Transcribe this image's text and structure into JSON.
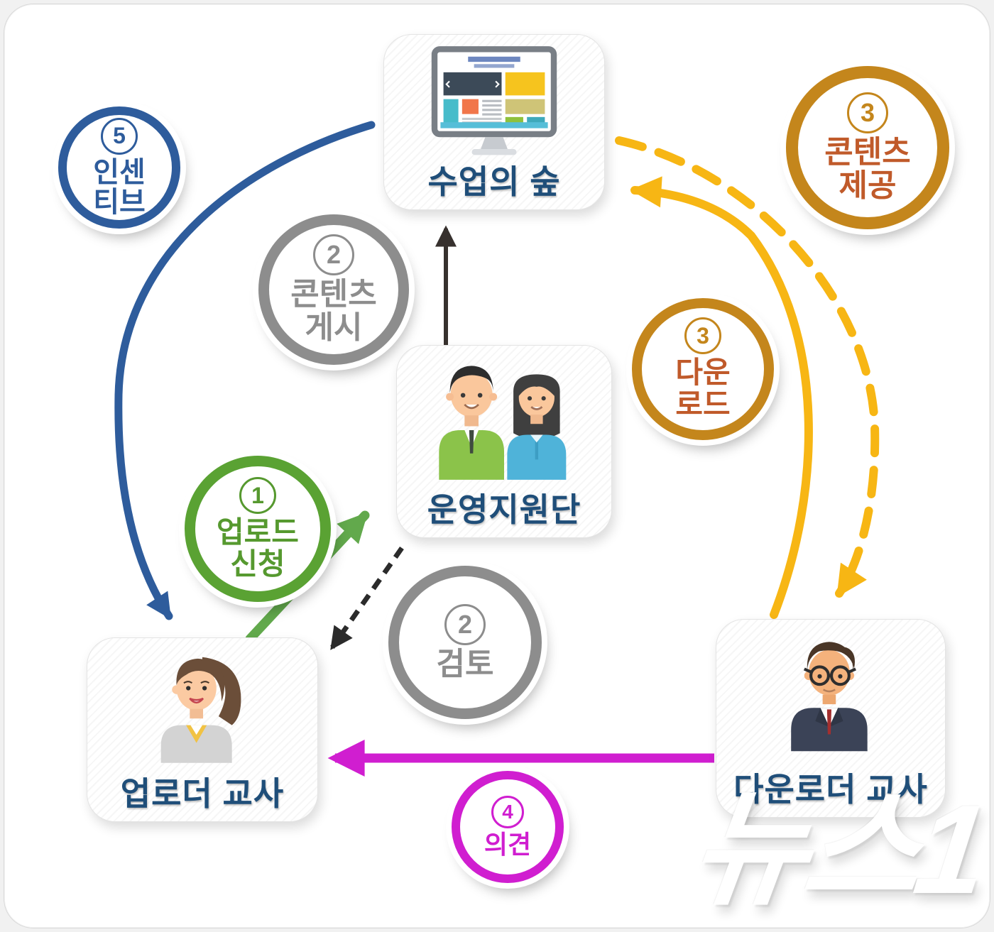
{
  "diagram": {
    "watermark": "뉴스1",
    "nodes": {
      "platform": {
        "label": "수업의 숲",
        "icon": "website-monitor-icon"
      },
      "support": {
        "label": "운영지원단",
        "icon": "two-people-icon"
      },
      "uploader": {
        "label": "업로더 교사",
        "icon": "woman-teacher-icon"
      },
      "downloader": {
        "label": "다운로더 교사",
        "icon": "man-teacher-icon"
      }
    },
    "badges": {
      "incentive": {
        "number": "5",
        "line1": "인센",
        "line2": "티브"
      },
      "provide": {
        "number": "3",
        "line1": "콘텐츠",
        "line2": "제공"
      },
      "post": {
        "number": "2",
        "line1": "콘텐츠",
        "line2": "게시"
      },
      "download": {
        "number": "3",
        "line1": "다운",
        "line2": "로드"
      },
      "upload": {
        "number": "1",
        "line1": "업로드",
        "line2": "신청"
      },
      "review": {
        "number": "2",
        "line1": "검토"
      },
      "opinion": {
        "number": "4",
        "line1": "의견"
      }
    },
    "arrows": {
      "incentive_flow": "수업의 숲 → 업로더 교사",
      "post_flow": "운영지원단 → 수업의 숲",
      "upload_flow": "업로더 교사 → 운영지원단",
      "review_flow": "운영지원단 → 업로더 교사",
      "download_flow": "다운로더 교사 → 수업의 숲",
      "provide_flow": "수업의 숲 → 다운로더 교사",
      "opinion_flow": "다운로더 교사 → 업로더 교사"
    },
    "colors": {
      "blue": "#2e5c9c",
      "black": "#37312e",
      "dash_black": "#2b2b2b",
      "green": "#62a94c",
      "yellow": "#f7b614",
      "magenta": "#d01ed0",
      "gold_ring": "#c4861c",
      "rust_text": "#c05a2a",
      "gray_ring": "#8d8d8d",
      "label_navy": "#1f4e79"
    }
  }
}
